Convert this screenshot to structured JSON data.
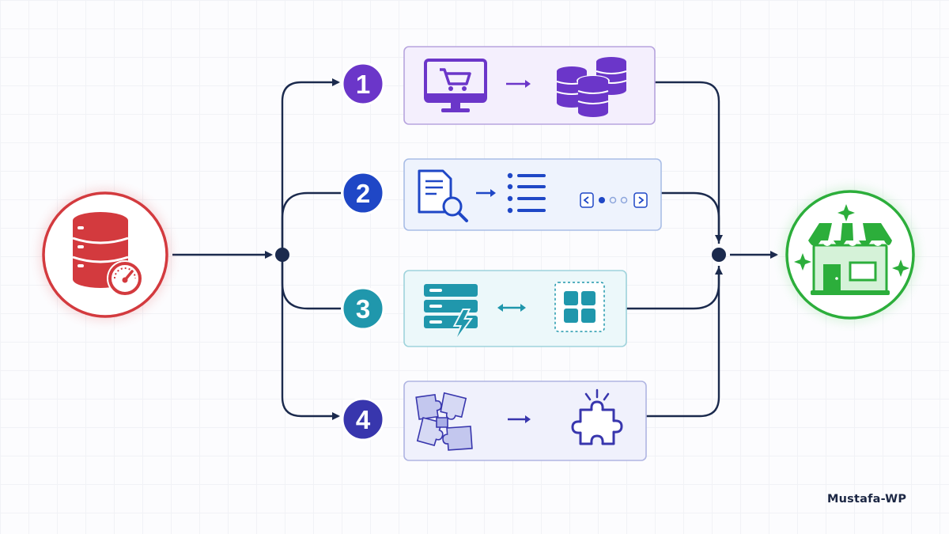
{
  "source": {
    "name": "slow-database-source",
    "icon": "database-speedometer-icon",
    "color": "#d33a3e"
  },
  "destination": {
    "name": "online-store",
    "icon": "storefront-icon",
    "color": "#2cae3b"
  },
  "colors": {
    "connector": "#1b2a4d"
  },
  "steps": [
    {
      "number": "1",
      "color": "#6b36c9",
      "fill": "#f4effd",
      "border": "#b7a4de",
      "icons": [
        "shopping-cart-monitor-icon",
        "arrow-right-icon",
        "database-stack-icon"
      ]
    },
    {
      "number": "2",
      "color": "#1f47c6",
      "fill": "#eef3fd",
      "border": "#a9bde6",
      "icons": [
        "document-search-icon",
        "arrow-right-icon",
        "list-icon",
        "pagination-icon"
      ]
    },
    {
      "number": "3",
      "color": "#2097ac",
      "fill": "#ecf8fa",
      "border": "#9fd3dc",
      "icons": [
        "server-bolt-icon",
        "double-arrow-icon",
        "grid-icon"
      ]
    },
    {
      "number": "4",
      "color": "#3836ad",
      "fill": "#f0f1fc",
      "border": "#b0b5e2",
      "icons": [
        "scattered-puzzle-pieces-icon",
        "arrow-right-icon",
        "puzzle-piece-icon"
      ]
    }
  ],
  "watermark": "Mustafa-WP"
}
